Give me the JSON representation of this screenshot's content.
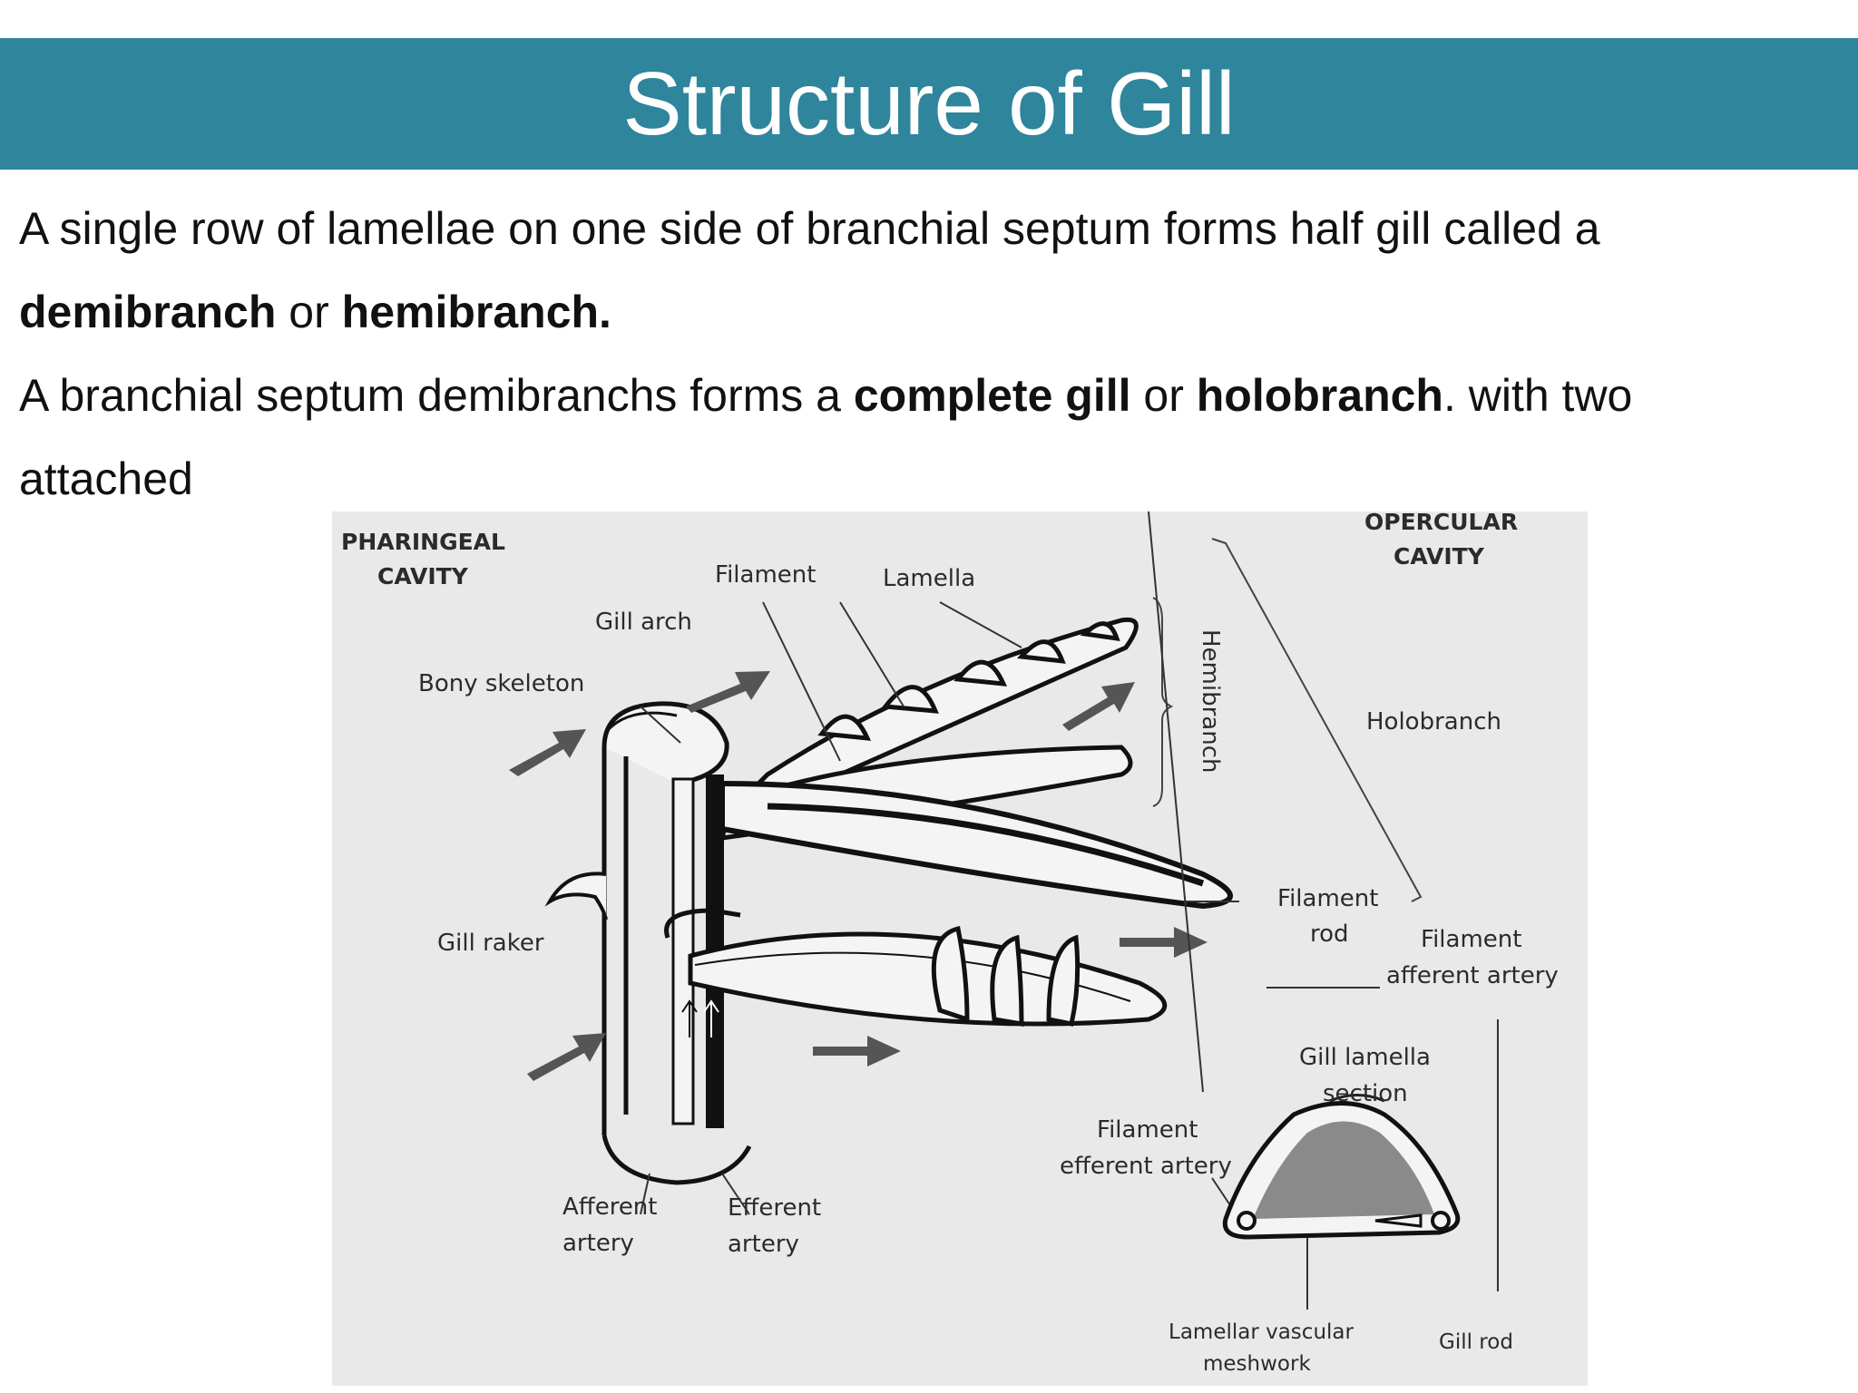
{
  "slide": {
    "title": "Structure of Gill",
    "paragraph1": {
      "text_a": "A single row of lamellae on one side of branchial septum forms half gill called a",
      "bold_a": "demibranch",
      "text_b": " or ",
      "bold_b": "hemibranch."
    },
    "paragraph2": {
      "text_a": "A branchial septum demibranchs forms a ",
      "bold_a": "complete gill",
      "text_b": " or ",
      "bold_b": "holobranch",
      "text_c": ".  with two",
      "line2": "attached"
    }
  },
  "figure": {
    "labels": {
      "pharingeal_1": "PHARINGEAL",
      "pharingeal_2": "CAVITY",
      "opercular_1": "OPERCULAR",
      "opercular_2": "CAVITY",
      "filament": "Filament",
      "lamella": "Lamella",
      "gill_arch": "Gill arch",
      "bony_skeleton": "Bony skeleton",
      "hemibranch": "Hemibranch",
      "holobranch": "Holobranch",
      "filament_rod_1": "Filament",
      "filament_rod_2": "rod",
      "filament_afferent_1": "Filament",
      "filament_afferent_2": "afferent artery",
      "gill_raker": "Gill raker",
      "gill_lamella_1": "Gill lamella",
      "gill_lamella_2": "section",
      "filament_efferent_1": "Filament",
      "filament_efferent_2": "efferent artery",
      "afferent_1": "Afferent",
      "afferent_2": "artery",
      "efferent_1": "Efferent",
      "efferent_2": "artery",
      "lamellar_vascular_1": "Lamellar vascular",
      "lamellar_vascular_2": "meshwork",
      "gill_rod": "Gill rod"
    }
  }
}
